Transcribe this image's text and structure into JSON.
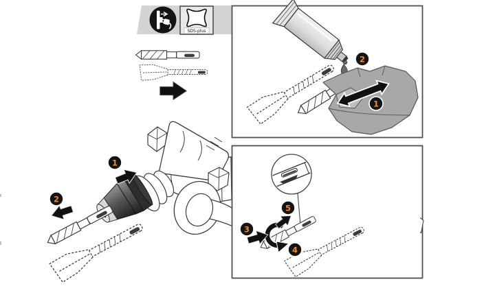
{
  "illustration": {
    "type": "instruction-diagram",
    "sds_shank_label": "SDS-plus",
    "callouts": {
      "remove_figure": [
        "1",
        "2"
      ],
      "prepare_panel": [
        "1",
        "2"
      ],
      "insert_panel": [
        "3",
        "4",
        "5"
      ]
    },
    "icons": [
      "unplug-power-icon",
      "sds-plus-shank-icon",
      "drill-bit-icon",
      "chisel-icon",
      "next-step-arrow-icon",
      "grease-tube",
      "cloth",
      "shank-detail-callout"
    ]
  },
  "colors": {
    "page_bg": "#ffffff",
    "icon_bar_bg": "#d4d4d4",
    "panel_border": "#4f4f4f",
    "line_art": "#3c3c3c",
    "callout_bg": "#141414",
    "callout_number": "#f08c1e",
    "cloth_gray": "#a8a8a8",
    "arrow_black": "#111111"
  }
}
